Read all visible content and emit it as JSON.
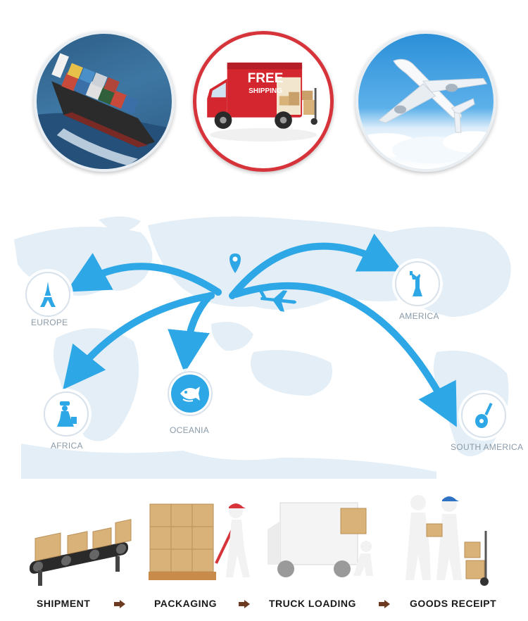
{
  "transport": {
    "truck_banner_line1": "FREE",
    "truck_banner_line2": "SHIPPING"
  },
  "regions": [
    {
      "key": "europe",
      "label": "EUROPE",
      "icon": "eiffel-tower-icon"
    },
    {
      "key": "america",
      "label": "AMERICA",
      "icon": "statue-of-liberty-icon"
    },
    {
      "key": "oceania",
      "label": "OCEANIA",
      "icon": "fish-icon"
    },
    {
      "key": "africa",
      "label": "AFRICA",
      "icon": "water-carrier-icon"
    },
    {
      "key": "south_america",
      "label": "SOUTH AMERICA",
      "icon": "guitar-icon"
    }
  ],
  "process": {
    "steps": [
      {
        "label": "SHIPMENT"
      },
      {
        "label": "PACKAGING"
      },
      {
        "label": "TRUCK LOADING"
      },
      {
        "label": "GOODS RECEIPT"
      }
    ]
  },
  "colors": {
    "arrow_blue": "#2ea7e6",
    "map_blue": "#e3eef7",
    "truck_red": "#d6333a",
    "step_arrow": "#6b3a20",
    "box_tan": "#d9b27a"
  }
}
